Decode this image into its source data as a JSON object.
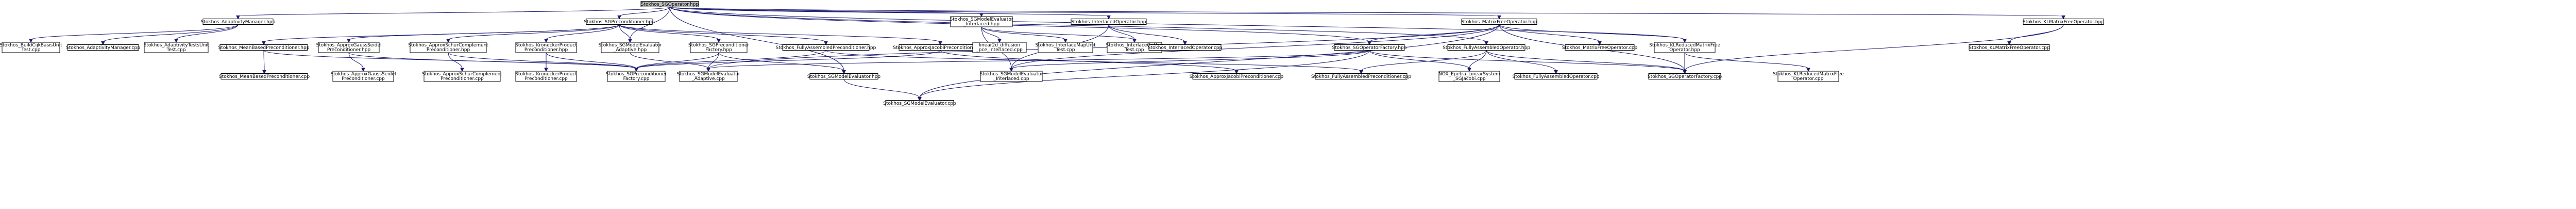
{
  "graph": {
    "nodes": [
      {
        "id": "n0",
        "lines": [
          "Stokhos_SGOperator.hpp"
        ],
        "root": true
      },
      {
        "id": "n1",
        "lines": [
          "Stokhos_AdaptivityManager.hpp"
        ]
      },
      {
        "id": "n2",
        "lines": [
          "Stokhos_SGPreconditioner.hpp"
        ]
      },
      {
        "id": "n3",
        "lines": [
          "Stokhos_SGModelEvaluator",
          "_Interlaced.hpp"
        ]
      },
      {
        "id": "n4",
        "lines": [
          "Stokhos_InterlacedOperator.hpp"
        ]
      },
      {
        "id": "n5",
        "lines": [
          "Stokhos_MatrixFreeOperator.hpp"
        ]
      },
      {
        "id": "n6",
        "lines": [
          "Stokhos_KLMatrixFreeOperator.hpp"
        ]
      },
      {
        "id": "n7",
        "lines": [
          "Stokhos_BuildCijkBasisUnit",
          "Test.cpp"
        ]
      },
      {
        "id": "n8",
        "lines": [
          "Stokhos_AdaptivityManager.cpp"
        ]
      },
      {
        "id": "n9",
        "lines": [
          "Stokhos_AdaptivityTestsUnit",
          "Test.cpp"
        ]
      },
      {
        "id": "n10",
        "lines": [
          "Stokhos_MeanBasedPreconditioner.hpp"
        ]
      },
      {
        "id": "n11",
        "lines": [
          "Stokhos_ApproxGaussSeidel",
          "Preconditioner.hpp"
        ]
      },
      {
        "id": "n12",
        "lines": [
          "Stokhos_ApproxSchurComplement",
          "Preconditioner.hpp"
        ]
      },
      {
        "id": "n13",
        "lines": [
          "Stokhos_KroneckerProduct",
          "Preconditioner.hpp"
        ]
      },
      {
        "id": "n14",
        "lines": [
          "Stokhos_SGModelEvaluator",
          "_Adaptive.hpp"
        ]
      },
      {
        "id": "n15",
        "lines": [
          "Stokhos_SGPreconditioner",
          "Factory.hpp"
        ]
      },
      {
        "id": "n16",
        "lines": [
          "Stokhos_FullyAssembledPreconditioner.hpp"
        ]
      },
      {
        "id": "n17",
        "lines": [
          "Stokhos_ApproxJacobiPreconditioner.hpp"
        ]
      },
      {
        "id": "n18",
        "lines": [
          "linear2d_diffusion",
          "_pce_interlaced.cpp"
        ]
      },
      {
        "id": "n19",
        "lines": [
          "Stokhos_InterlaceMapUnit",
          "Test.cpp"
        ]
      },
      {
        "id": "n20",
        "lines": [
          "Stokhos_InterlaceOpUnit",
          "Test.cpp"
        ]
      },
      {
        "id": "n21",
        "lines": [
          "Stokhos_InterlacedOperator.cpp"
        ]
      },
      {
        "id": "n22",
        "lines": [
          "Stokhos_SGOperatorFactory.hpp"
        ]
      },
      {
        "id": "n23",
        "lines": [
          "Stokhos_FullyAssembledOperator.hpp"
        ]
      },
      {
        "id": "n24",
        "lines": [
          "Stokhos_MatrixFreeOperator.cpp"
        ]
      },
      {
        "id": "n25",
        "lines": [
          "Stokhos_KLReducedMatrixFree",
          "Operator.hpp"
        ]
      },
      {
        "id": "n26",
        "lines": [
          "Stokhos_KLMatrixFreeOperator.cpp"
        ]
      },
      {
        "id": "n27",
        "lines": [
          "Stokhos_MeanBasedPreconditioner.cpp"
        ]
      },
      {
        "id": "n28",
        "lines": [
          "Stokhos_ApproxGaussSeidel",
          "Preconditioner.cpp"
        ]
      },
      {
        "id": "n29",
        "lines": [
          "Stokhos_ApproxSchurComplement",
          "Preconditioner.cpp"
        ]
      },
      {
        "id": "n30",
        "lines": [
          "Stokhos_KroneckerProduct",
          "Preconditioner.cpp"
        ]
      },
      {
        "id": "n31",
        "lines": [
          "Stokhos_SGPreconditioner",
          "Factory.cpp"
        ]
      },
      {
        "id": "n32",
        "lines": [
          "Stokhos_SGModelEvaluator",
          "_Adaptive.cpp"
        ]
      },
      {
        "id": "n33",
        "lines": [
          "Stokhos_SGModelEvaluator.hpp"
        ]
      },
      {
        "id": "n34",
        "lines": [
          "Stokhos_SGModelEvaluator",
          "_Interlaced.cpp"
        ]
      },
      {
        "id": "n35",
        "lines": [
          "Stokhos_ApproxJacobiPreconditioner.cpp"
        ]
      },
      {
        "id": "n36",
        "lines": [
          "Stokhos_FullyAssembledPreconditioner.cpp"
        ]
      },
      {
        "id": "n37",
        "lines": [
          "NOX_Epetra_LinearSystem",
          "_SGJacobi.cpp"
        ]
      },
      {
        "id": "n38",
        "lines": [
          "Stokhos_FullyAssembledOperator.cpp"
        ]
      },
      {
        "id": "n39",
        "lines": [
          "Stokhos_SGOperatorFactory.cpp"
        ]
      },
      {
        "id": "n40",
        "lines": [
          "Stokhos_KLReducedMatrixFree",
          "Operator.cpp"
        ]
      },
      {
        "id": "n41",
        "lines": [
          "Stokhos_SGModelEvaluator.cpp"
        ]
      }
    ],
    "edges": [
      [
        "n0",
        "n1"
      ],
      [
        "n0",
        "n2"
      ],
      [
        "n0",
        "n3"
      ],
      [
        "n0",
        "n4"
      ],
      [
        "n0",
        "n5"
      ],
      [
        "n0",
        "n6"
      ],
      [
        "n0",
        "n14"
      ],
      [
        "n0",
        "n22"
      ],
      [
        "n0",
        "n23"
      ],
      [
        "n0",
        "n25"
      ],
      [
        "n0",
        "n33"
      ],
      [
        "n1",
        "n7"
      ],
      [
        "n1",
        "n8"
      ],
      [
        "n1",
        "n9"
      ],
      [
        "n2",
        "n10"
      ],
      [
        "n2",
        "n11"
      ],
      [
        "n2",
        "n12"
      ],
      [
        "n2",
        "n13"
      ],
      [
        "n2",
        "n14"
      ],
      [
        "n2",
        "n15"
      ],
      [
        "n2",
        "n16"
      ],
      [
        "n2",
        "n17"
      ],
      [
        "n3",
        "n18"
      ],
      [
        "n3",
        "n19"
      ],
      [
        "n3",
        "n20"
      ],
      [
        "n3",
        "n34"
      ],
      [
        "n4",
        "n20"
      ],
      [
        "n4",
        "n21"
      ],
      [
        "n4",
        "n34"
      ],
      [
        "n5",
        "n22"
      ],
      [
        "n5",
        "n24"
      ],
      [
        "n5",
        "n25"
      ],
      [
        "n5",
        "n32"
      ],
      [
        "n5",
        "n34"
      ],
      [
        "n5",
        "n39"
      ],
      [
        "n5",
        "n41"
      ],
      [
        "n6",
        "n26"
      ],
      [
        "n6",
        "n39"
      ],
      [
        "n10",
        "n27"
      ],
      [
        "n10",
        "n31"
      ],
      [
        "n11",
        "n28"
      ],
      [
        "n11",
        "n31"
      ],
      [
        "n12",
        "n29"
      ],
      [
        "n12",
        "n31"
      ],
      [
        "n13",
        "n30"
      ],
      [
        "n13",
        "n31"
      ],
      [
        "n14",
        "n32"
      ],
      [
        "n15",
        "n31"
      ],
      [
        "n15",
        "n32"
      ],
      [
        "n15",
        "n33"
      ],
      [
        "n16",
        "n31"
      ],
      [
        "n16",
        "n36"
      ],
      [
        "n17",
        "n31"
      ],
      [
        "n17",
        "n35"
      ],
      [
        "n22",
        "n32"
      ],
      [
        "n22",
        "n34"
      ],
      [
        "n22",
        "n37"
      ],
      [
        "n22",
        "n39"
      ],
      [
        "n22",
        "n41"
      ],
      [
        "n23",
        "n36"
      ],
      [
        "n23",
        "n37"
      ],
      [
        "n23",
        "n38"
      ],
      [
        "n23",
        "n39"
      ],
      [
        "n25",
        "n39"
      ],
      [
        "n25",
        "n40"
      ],
      [
        "n33",
        "n41"
      ]
    ]
  }
}
